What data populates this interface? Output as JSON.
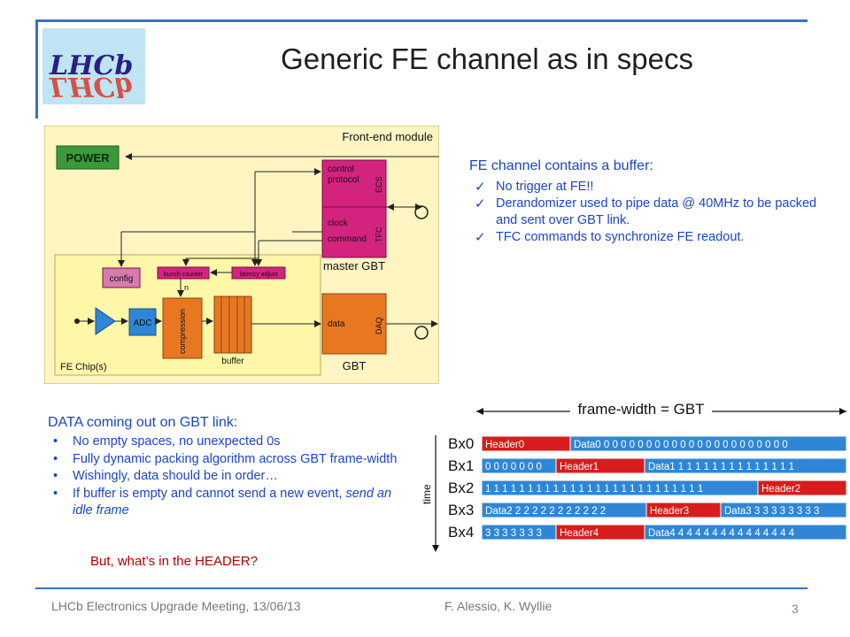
{
  "header": {
    "logo_text": "LHCb",
    "title": "Generic FE channel as in specs"
  },
  "diagram": {
    "module_label": "Front-end module",
    "power": "POWER",
    "control_line1": "control",
    "control_line2": "protocol",
    "ecs": "ECS",
    "clock": "clock",
    "command": "command",
    "tfc": "TFC",
    "master_gbt": "master GBT",
    "config": "config",
    "bunch_counter": "bunch counter",
    "latency_adjust": "latency adjust",
    "n_label": "n",
    "adc": "ADC",
    "compression": "compression",
    "buffer": "buffer",
    "fe_chips": "FE Chip(s)",
    "data": "data",
    "daq": "DAQ",
    "gbt": "GBT"
  },
  "fe_channel": {
    "heading": "FE channel contains a buffer:",
    "items": [
      "No trigger at FE!!",
      "Derandomizer used to pipe data @ 40MHz to be packed and sent over GBT link.",
      "TFC commands to synchronize FE readout."
    ]
  },
  "data_link": {
    "heading": "DATA coming out on GBT link:",
    "items": [
      "No empty spaces, no unexpected 0s",
      "Fully dynamic packing algorithm across GBT frame-width",
      "Wishingly, data should be in order…",
      "If buffer is empty and cannot send a new event, "
    ],
    "idle_frame": "send an idle frame",
    "question": "But, what’s in the HEADER?"
  },
  "frames": {
    "frame_width": "frame-width = GBT",
    "time": "time",
    "rows": [
      {
        "bx": "Bx0",
        "segs": [
          {
            "t": "Header0",
            "c": "red",
            "w": 100
          },
          {
            "t": "Data0 0 0 0 0 0 0 0 0 0 0 0 0 0 0 0 0 0 0 0 0 0 0",
            "c": "blue",
            "w": 312
          }
        ]
      },
      {
        "bx": "Bx1",
        "segs": [
          {
            "t": "0 0 0 0 0 0 0",
            "c": "blue",
            "w": 84
          },
          {
            "t": "Header1",
            "c": "red",
            "w": 100
          },
          {
            "t": "Data1 1 1 1 1 1 1 1 1 1 1 1 1 1 1",
            "c": "blue",
            "w": 228
          }
        ]
      },
      {
        "bx": "Bx2",
        "segs": [
          {
            "t": "1 1 1 1 1 1 1 1 1 1 1 1 1 1 1 1 1 1 1 1 1 1 1 1 1 1",
            "c": "blue",
            "w": 312
          },
          {
            "t": "Header2",
            "c": "red",
            "w": 100
          }
        ]
      },
      {
        "bx": "Bx3",
        "segs": [
          {
            "t": "Data2 2 2 2 2 2 2 2 2 2 2 2",
            "c": "blue",
            "w": 186
          },
          {
            "t": "Header3",
            "c": "red",
            "w": 84
          },
          {
            "t": "Data3 3 3 3 3 3 3 3 3",
            "c": "blue",
            "w": 142
          }
        ]
      },
      {
        "bx": "Bx4",
        "segs": [
          {
            "t": "3 3 3 3 3 3 3",
            "c": "blue",
            "w": 84
          },
          {
            "t": "Header4",
            "c": "red",
            "w": 100
          },
          {
            "t": "Data4 4 4 4 4 4 4 4 4 4 4 4 4 4 4",
            "c": "blue",
            "w": 228
          }
        ]
      }
    ]
  },
  "footer": {
    "meeting": "LHCb Electronics Upgrade Meeting, 13/06/13",
    "authors": "F. Alessio, K. Wyllie",
    "page": "3"
  },
  "colors": {
    "accent": "#3b6fc4",
    "text_blue": "#1a45c4",
    "header_red": "#d81c1c",
    "data_blue": "#2f86d6",
    "module_yellow": "#fff5c2",
    "gbt_orange": "#e87722",
    "magenta": "#d4237f",
    "power_green": "#2f8f2f"
  }
}
